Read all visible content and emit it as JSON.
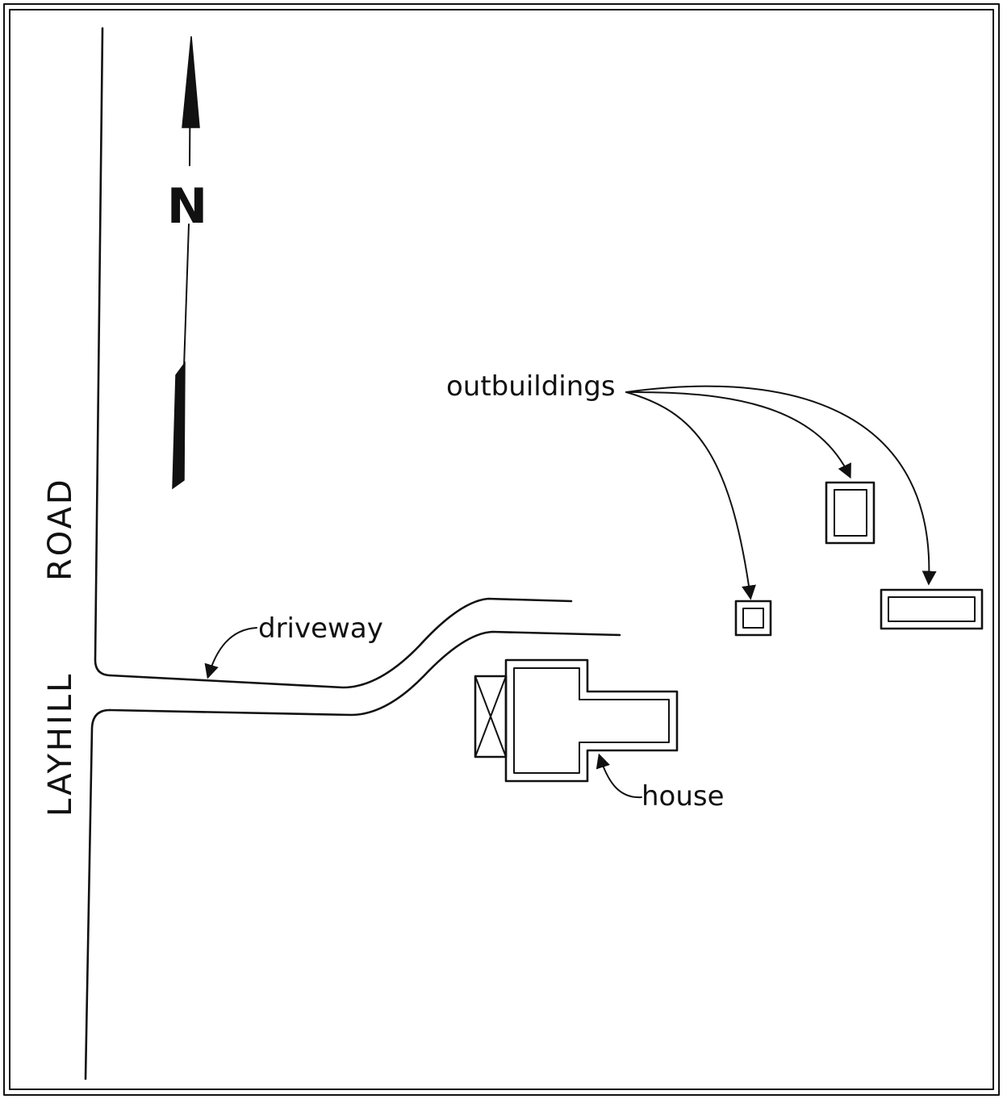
{
  "map": {
    "north_label": "N",
    "road_label_upper": "ROAD",
    "road_label_lower": "LAYHILL",
    "labels": {
      "outbuildings": "outbuildings",
      "driveway": "driveway",
      "house": "house"
    }
  }
}
